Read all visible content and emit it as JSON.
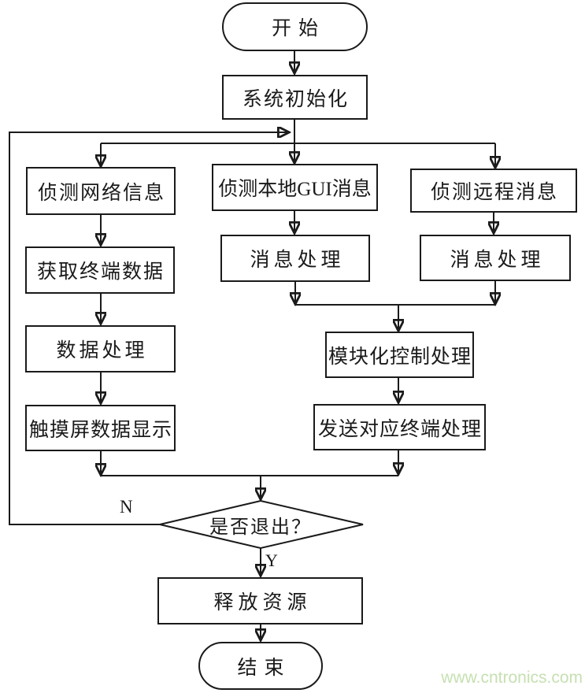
{
  "diagram": {
    "nodes": {
      "start": {
        "label": "开始",
        "shape": "terminator"
      },
      "sys_init": {
        "label": "系统初始化",
        "shape": "process"
      },
      "detect_network": {
        "label": "侦测网络信息",
        "shape": "process"
      },
      "detect_local_gui": {
        "label": "侦测本地GUI消息",
        "shape": "process"
      },
      "detect_remote": {
        "label": "侦测远程消息",
        "shape": "process"
      },
      "get_terminal_data": {
        "label": "获取终端数据",
        "shape": "process"
      },
      "msg_process_local": {
        "label": "消息处理",
        "shape": "process"
      },
      "msg_process_remote": {
        "label": "消息处理",
        "shape": "process"
      },
      "data_process": {
        "label": "数据处理",
        "shape": "process"
      },
      "modular_control": {
        "label": "模块化控制处理",
        "shape": "process"
      },
      "touch_display": {
        "label": "触摸屏数据显示",
        "shape": "process"
      },
      "send_terminal": {
        "label": "发送对应终端处理",
        "shape": "process"
      },
      "exit_decision": {
        "label": "是否退出？",
        "shape": "decision"
      },
      "release_resources": {
        "label": "释放资源",
        "shape": "process"
      },
      "end": {
        "label": "结束",
        "shape": "terminator"
      }
    },
    "edge_labels": {
      "no": "N",
      "yes": "Y"
    },
    "watermark": "www.cntronics.com",
    "colors": {
      "line": "#1a1a1a",
      "background": "#ffffff",
      "watermark_green": "#c6e0b2"
    }
  }
}
